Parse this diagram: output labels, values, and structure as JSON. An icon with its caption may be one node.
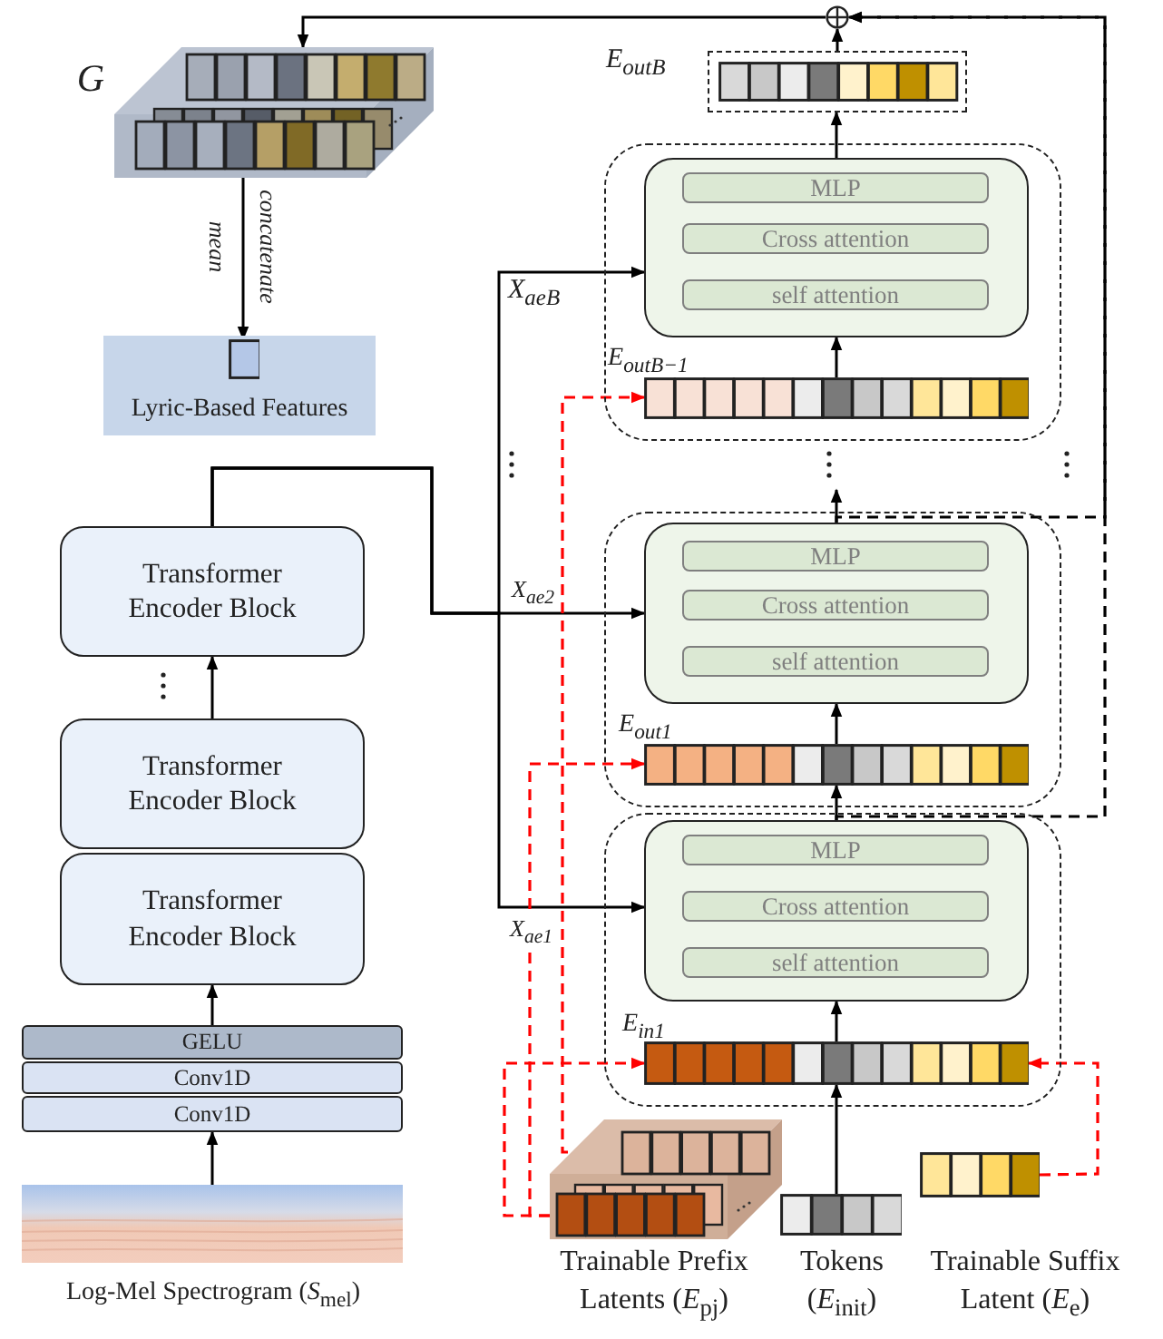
{
  "diagram": {
    "nodes": [
      {
        "text": [],
        "shape": "picture",
        "beside": [
          "G"
        ]
      },
      {
        "text": [
          "Lyric-Based Features"
        ]
      },
      {
        "text": [],
        "shape": "box",
        "in": 1
      },
      {
        "text": [
          "Transformer Encoder Block"
        ]
      },
      {
        "text": [
          "Transformer Encoder Block"
        ]
      },
      {
        "text": [
          "Transformer Encoder Block"
        ]
      },
      {
        "text": [
          "GELU"
        ]
      },
      {
        "text": [
          "Conv1D"
        ]
      },
      {
        "text": [
          "Conv1D"
        ]
      },
      {
        "text": [],
        "shape": "picture",
        "beside": [
          "Log-Mel Spectrogram (*S*$_{mel}$)"
        ]
      },
      {
        "text": [],
        "shape": "circle"
      },
      {
        "text": [],
        "shape": "bar",
        "beside": [
          "E$_{outB}$"
        ]
      },
      {
        "text": [],
        "shape": "box"
      },
      {
        "text": [],
        "shape": "box",
        "in": 12
      },
      {
        "text": [
          "MLP"
        ],
        "in": 13
      },
      {
        "text": [
          "Cross attention"
        ],
        "in": 13
      },
      {
        "text": [
          "self attention"
        ],
        "in": 13
      },
      {
        "text": [],
        "shape": "bar",
        "in": 12,
        "beside": [
          "E$_{outB−1}$"
        ]
      },
      {
        "text": [],
        "shape": "box"
      },
      {
        "text": [],
        "shape": "box",
        "in": 18
      },
      {
        "text": [
          "MLP"
        ],
        "in": 19
      },
      {
        "text": [
          "Cross attention"
        ],
        "in": 19
      },
      {
        "text": [
          "self attention"
        ],
        "in": 19
      },
      {
        "text": [],
        "shape": "bar",
        "in": 18,
        "beside": [
          "E$_{out1}$"
        ]
      },
      {
        "text": [],
        "shape": "box"
      },
      {
        "text": [],
        "shape": "box",
        "in": 24
      },
      {
        "text": [
          "MLP"
        ],
        "in": 25
      },
      {
        "text": [
          "Cross attention"
        ],
        "in": 25
      },
      {
        "text": [
          "self attention"
        ],
        "in": 25
      },
      {
        "text": [],
        "shape": "bar",
        "in": 24,
        "beside": [
          "E$_{in1}$"
        ]
      },
      {
        "text": [],
        "shape": "picture",
        "beside": [
          "Trainable Prefix Latents (*E*$_{pj}$)"
        ]
      },
      {
        "text": [],
        "shape": "bar",
        "beside": [
          "Tokens (*E*$_{init}$)"
        ]
      },
      {
        "text": [],
        "shape": "bar",
        "beside": [
          "Trainable Suffix Latent (*E*$_{e}$)"
        ]
      }
    ],
    "edges": [
      {
        "from": 10,
        "to": 0,
        "arrow": "to"
      },
      {
        "from": 0,
        "to": 2,
        "arrow": "to",
        "label": "mean"
      },
      {
        "from": 3,
        "to": 13,
        "arrow": "to",
        "label": "X$_{aeB}$"
      },
      {
        "from": 3,
        "to": 19,
        "arrow": "to",
        "label": "X$_{ae2}$"
      },
      {
        "from": 3,
        "to": 25,
        "arrow": "to",
        "label": "X$_{ae1}$"
      },
      {
        "from": 4,
        "to": 3,
        "arrow": "to"
      },
      {
        "from": 6,
        "to": 5,
        "arrow": "to"
      },
      {
        "from": 9,
        "to": 8,
        "arrow": "to"
      },
      {
        "from": 31,
        "to": 29,
        "arrow": "to"
      },
      {
        "from": 29,
        "to": 25,
        "arrow": "to"
      },
      {
        "from": 25,
        "to": 23,
        "arrow": "to"
      },
      {
        "from": 23,
        "to": 19,
        "arrow": "to"
      },
      {
        "from": 19,
        "to": null,
        "arrow": "to"
      },
      {
        "from": 17,
        "to": 13,
        "arrow": "to"
      },
      {
        "from": 13,
        "to": 11,
        "arrow": "to"
      },
      {
        "from": 11,
        "to": 10,
        "arrow": "to"
      },
      {
        "from": 25,
        "to": 10,
        "arrow": "to",
        "style": "dashed"
      },
      {
        "from": 19,
        "to": 10,
        "arrow": "to",
        "style": "dashed"
      },
      {
        "from": 30,
        "to": 29,
        "arrow": "to",
        "style": "dashed",
        "color": "#ff0000"
      },
      {
        "from": 30,
        "to": 23,
        "arrow": "to",
        "style": "dashed",
        "color": "#ff0000"
      },
      {
        "from": 30,
        "to": 17,
        "arrow": "to",
        "style": "dashed",
        "color": "#ff0000"
      },
      {
        "from": 32,
        "to": 29,
        "arrow": "to",
        "style": "dashed",
        "color": "#ff0000"
      }
    ],
    "labels": [
      "concatenate"
    ]
  }
}
